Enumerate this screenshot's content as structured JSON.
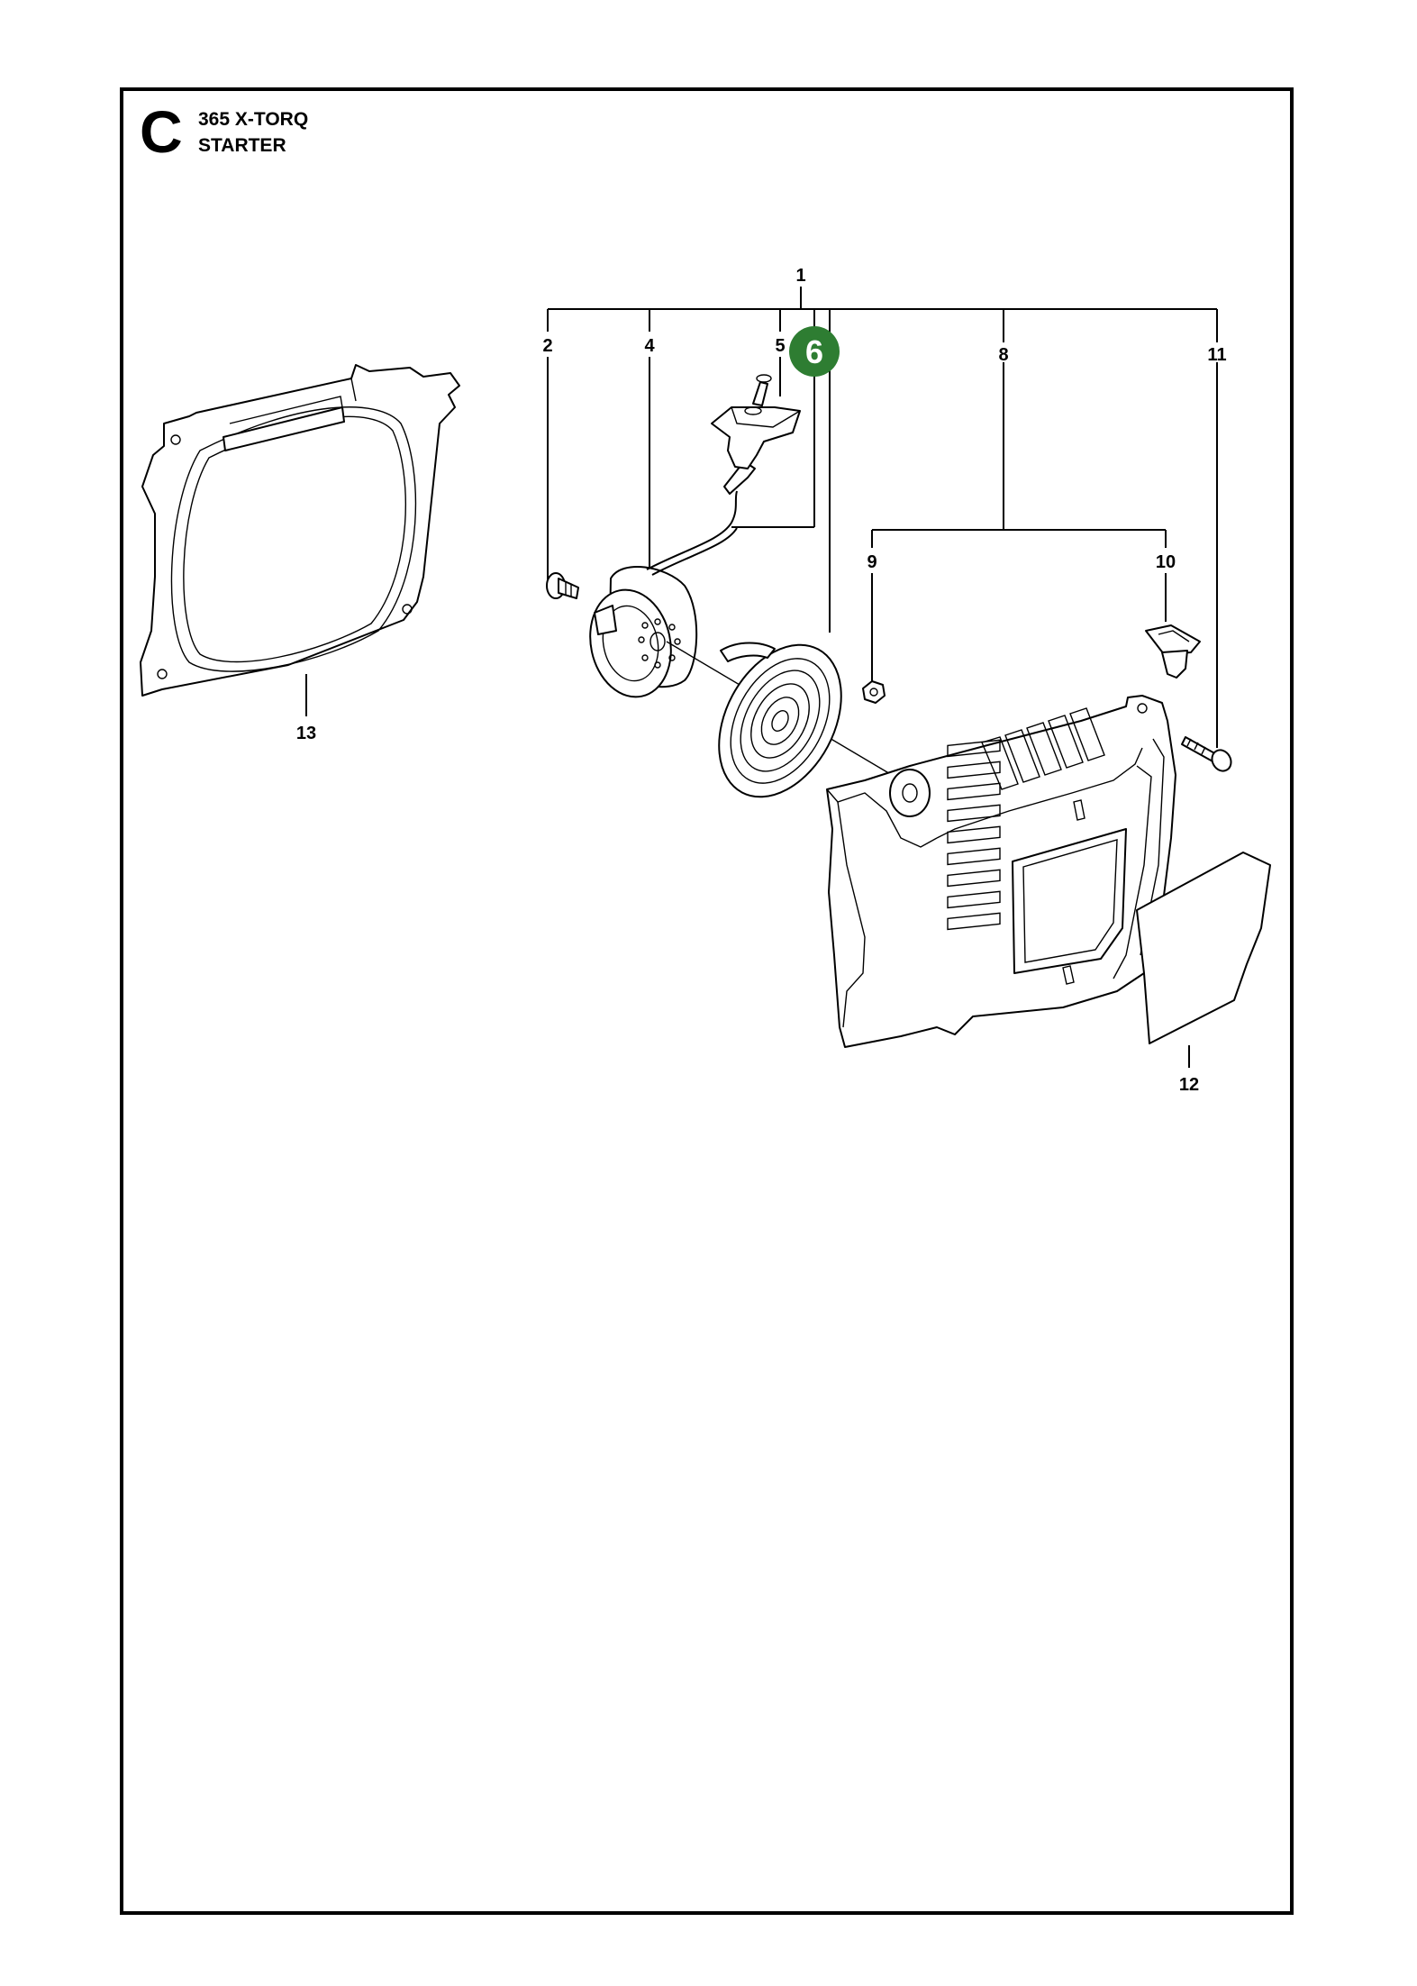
{
  "header": {
    "section_letter": "C",
    "model": "365 X-TORQ",
    "group": "STARTER"
  },
  "callouts": {
    "c1": "1",
    "c2": "2",
    "c4": "4",
    "c5": "5",
    "c8": "8",
    "c9": "9",
    "c10": "10",
    "c11": "11",
    "c12": "12",
    "c13": "13"
  },
  "badge": {
    "label": "6",
    "color": "#2e7d32"
  }
}
